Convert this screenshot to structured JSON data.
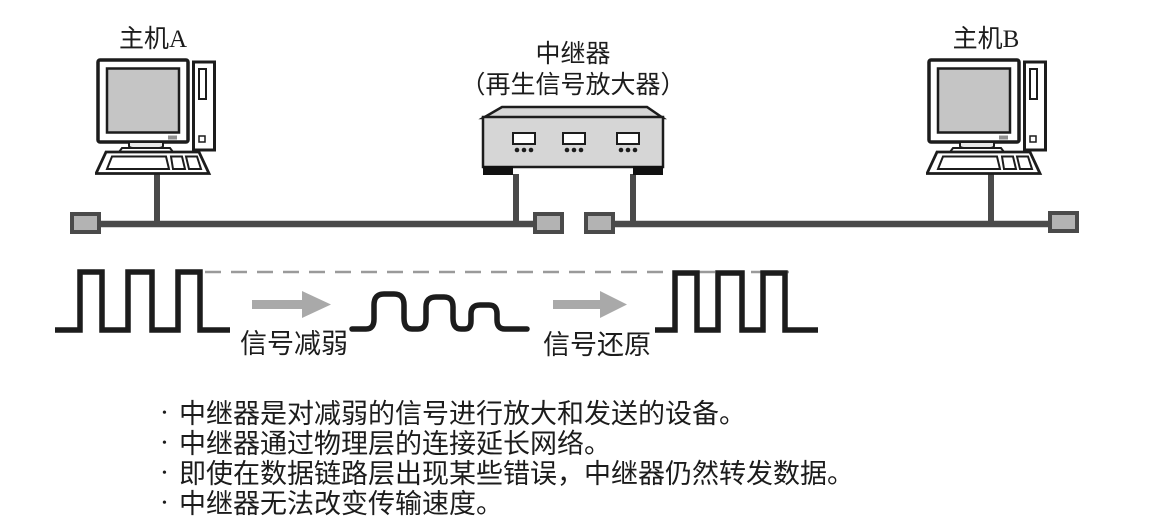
{
  "figure": {
    "host_a_label": "主机A",
    "repeater_label": "中继器",
    "repeater_sublabel": "（再生信号放大器）",
    "host_b_label": "主机B",
    "signal_weaken_label": "信号减弱",
    "signal_restore_label": "信号还原"
  },
  "notes": {
    "bullet_glyph": "•",
    "items": [
      "中继器是对减弱的信号进行放大和发送的设备。",
      "中继器通过物理层的连接延长网络。",
      "即使在数据链路层出现某些错误，中继器仍然转发数据。",
      "中继器无法改变传输速度。"
    ]
  },
  "colors": {
    "background": "#ffffff",
    "outline_dark": "#1c1c1c",
    "cable_gray": "#4a4a4a",
    "terminator_fill": "#b3b3b3",
    "device_fill": "#d6d6d6",
    "screen_fill": "#c5c5c5",
    "arrow_gray": "#a9a9a9",
    "dash_gray": "#9a9a9a",
    "text": "#1c1c1c"
  }
}
